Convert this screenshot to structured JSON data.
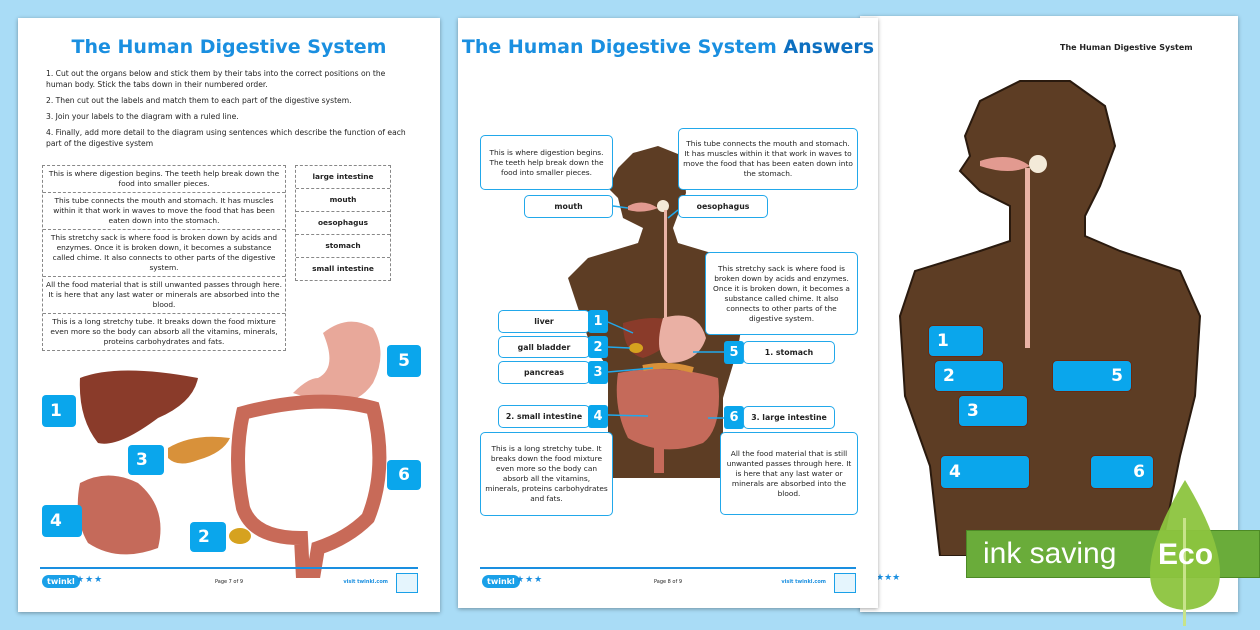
{
  "left_page": {
    "title": "The Human Digestive System",
    "instructions": [
      "1.  Cut out the organs below and stick them by their tabs into the correct positions on the human body. Stick the tabs down in their numbered order.",
      "2.  Then cut out the labels and match them to each part of the digestive system.",
      "3.  Join your labels to the diagram with a ruled line.",
      "4.  Finally, add more detail to the diagram using sentences which describe the function of each part of the digestive system"
    ],
    "descriptions": [
      "This is where digestion begins. The teeth help break down the food into smaller pieces.",
      "This tube connects the mouth and stomach. It has muscles within it that work in waves to move the food that has been eaten down into the stomach.",
      "This stretchy sack is where food is broken down by acids and enzymes. Once it is broken down, it becomes a substance called chime. It also connects to other parts of the digestive system.",
      "All the food material that is still unwanted passes through here. It is here that any last water or minerals are absorbed into the blood.",
      "This is a long stretchy tube. It breaks down the food mixture even more so the body can absorb all the vitamins, minerals, proteins carbohydrates and fats."
    ],
    "labels": [
      "large intestine",
      "mouth",
      "oesophagus",
      "stomach",
      "small intestine"
    ],
    "tabs": [
      "1",
      "2",
      "3",
      "4",
      "5",
      "6"
    ],
    "footer": {
      "logo": "twinkl",
      "stars": "★★★",
      "page": "Page 7 of 9",
      "visit": "visit twinkl.com"
    }
  },
  "middle_page": {
    "title": "The Human Digestive System",
    "title_bold": "Answers",
    "boxes": {
      "mouth_text": "This is where digestion begins. The teeth help break down the food into smaller pieces.",
      "oesophagus_text": "This tube connects the mouth and stomach. It has muscles within it that work in waves to move the food that has been eaten down into the stomach.",
      "stomach_text": "This stretchy sack is where food is broken down by acids and enzymes. Once it is broken down, it becomes a substance called chime. It also connects to other parts of the digestive system.",
      "small_text": "This is a long stretchy tube. It breaks down the food mixture even more so the body can absorb all the vitamins, minerals, proteins carbohydrates and fats.",
      "large_text": "All the food material that is still unwanted passes through here. It is here that any last water or minerals are absorbed into the blood."
    },
    "labels": {
      "mouth": "mouth",
      "oesophagus": "oesophagus",
      "liver": "liver",
      "gall": "gall bladder",
      "pancreas": "pancreas",
      "small": "2. small intestine",
      "stomach": "1. stomach",
      "large": "3. large intestine"
    },
    "tabs": {
      "liver": "1",
      "gall": "2",
      "pancreas": "3",
      "small": "4",
      "stomach": "5",
      "large": "6"
    },
    "footer": {
      "logo": "twinkl",
      "stars": "★★★",
      "page": "Page 8 of 9",
      "visit": "visit twinkl.com"
    }
  },
  "right_page": {
    "title": "The Human Digestive System",
    "tabs": [
      "1",
      "2",
      "3",
      "4",
      "5",
      "6"
    ],
    "stars": "★★★"
  },
  "eco_banner": {
    "text": "ink saving",
    "badge": "Eco",
    "colors": {
      "banner": "#6aac3a",
      "leaf": "#8cc43e"
    }
  },
  "colors": {
    "accent": "#1a8fe0",
    "tab": "#0aa6ec",
    "background": "#a9dcf6",
    "skin": "#5a3a22"
  }
}
